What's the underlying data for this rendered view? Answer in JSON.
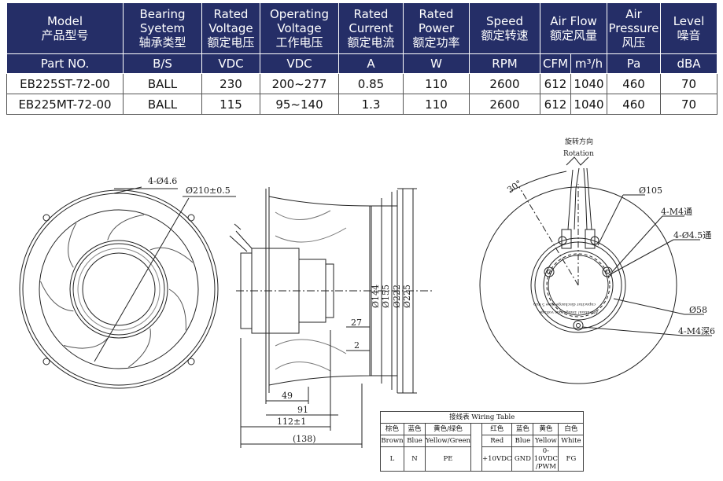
{
  "spec_table": {
    "headers": [
      {
        "en": "Model",
        "cn": "产品型号"
      },
      {
        "en": "Bearing Syetem",
        "cn": "轴承类型"
      },
      {
        "en": "Rated Voltage",
        "cn": "额定电压"
      },
      {
        "en": "Operating Voltage",
        "cn": "工作电压"
      },
      {
        "en": "Rated Current",
        "cn": "额定电流"
      },
      {
        "en": "Rated Power",
        "cn": "额定功率"
      },
      {
        "en": "Speed",
        "cn": "额定转速"
      },
      {
        "en": "Air Flow",
        "cn": "额定风量"
      },
      {
        "en": "Air Pressure",
        "cn": "风压"
      },
      {
        "en": "Level",
        "cn": "噪音"
      }
    ],
    "units": [
      "Part NO.",
      "B/S",
      "VDC",
      "VDC",
      "A",
      "W",
      "RPM",
      "CFM",
      "m³/h",
      "Pa",
      "dBA"
    ],
    "rows": [
      [
        "EB225ST-72-00",
        "BALL",
        "230",
        "200~277",
        "0.85",
        "110",
        "2600",
        "612",
        "1040",
        "460",
        "70"
      ],
      [
        "EB225MT-72-00",
        "BALL",
        "115",
        "95~140",
        "1.3",
        "110",
        "2600",
        "612",
        "1040",
        "460",
        "70"
      ]
    ]
  },
  "drawing": {
    "front_labels": {
      "holes": "4-Ø4.6",
      "diameter": "Ø210±0.5"
    },
    "side_labels": {
      "d144": "Ø144",
      "d155": "Ø155",
      "d222": "Ø222",
      "d225": "Ø225",
      "l27": "27",
      "l2": "2",
      "l49": "49",
      "l91": "91",
      "l112": "112±1",
      "l138": "(138)"
    },
    "rear_labels": {
      "rotation_cn": "旋转方向",
      "rotation_en": "Rotation",
      "angle": "30°",
      "d105": "Ø105",
      "m4_through": "4-M4通",
      "holes45": "4-Ø4.5通",
      "d58": "Ø58",
      "m4_deep": "4-M4深6",
      "sticker1": "capacitor discharge time 5 min",
      "sticker2": "Attention! Dangerous voltage"
    }
  },
  "wiring_table": {
    "title": "接线表 Wiring Table",
    "colors": [
      {
        "cn": "棕色",
        "en": "Brown",
        "fn": "L"
      },
      {
        "cn": "蓝色",
        "en": "Blue",
        "fn": "N"
      },
      {
        "cn": "黄色/绿色",
        "en": "Yellow/Green",
        "fn": "PE"
      },
      {
        "cn": "红色",
        "en": "Red",
        "fn": "+10VDC"
      },
      {
        "cn": "蓝色",
        "en": "Blue",
        "fn": "GND"
      },
      {
        "cn": "黄色",
        "en": "Yellow",
        "fn": "0-10VDC /PWM"
      },
      {
        "cn": "白色",
        "en": "White",
        "fn": "FG"
      }
    ]
  },
  "colors": {
    "header_bg": "#252e67",
    "header_text": "#ffffff",
    "line": "#222222"
  }
}
